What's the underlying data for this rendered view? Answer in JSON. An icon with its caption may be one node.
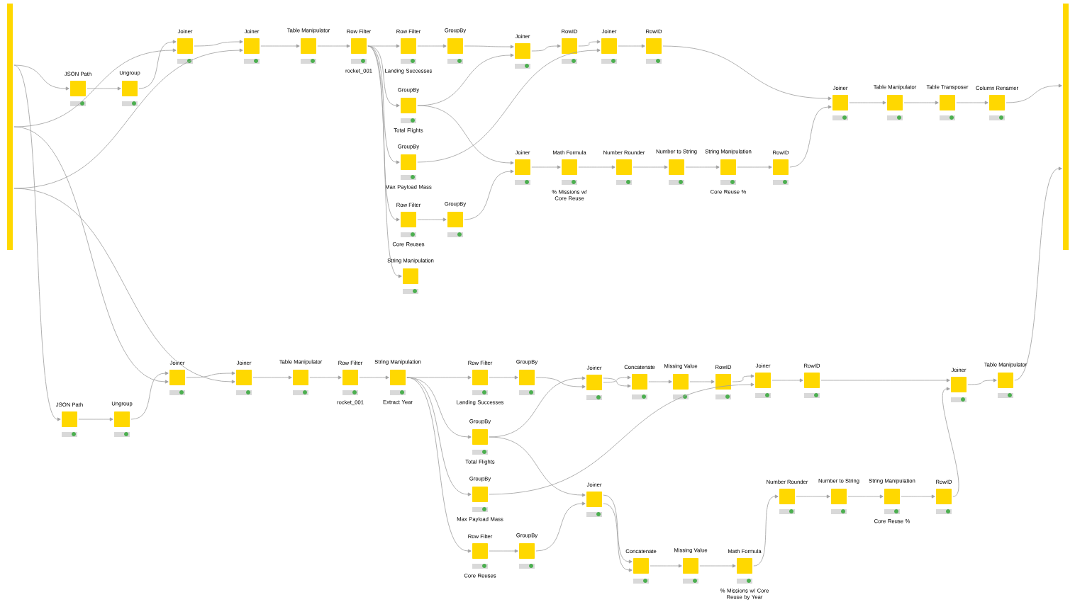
{
  "diagram": {
    "nodes": [
      {
        "text": [],
        "shape": "bar"
      },
      {
        "text": [],
        "shape": "bar"
      },
      {
        "text": [
          "JSON Path"
        ]
      },
      {
        "text": [
          "Ungroup"
        ]
      },
      {
        "text": [
          "Joiner"
        ]
      },
      {
        "text": [
          "Joiner"
        ]
      },
      {
        "text": [
          "Table Manipulator"
        ]
      },
      {
        "text": [
          "Row Filter"
        ],
        "beside": [
          "rocket_001"
        ]
      },
      {
        "text": [
          "Row Filter"
        ],
        "beside": [
          "Landing Successes"
        ]
      },
      {
        "text": [
          "GroupBy"
        ]
      },
      {
        "text": [
          "Joiner"
        ]
      },
      {
        "text": [
          "RowID"
        ]
      },
      {
        "text": [
          "Joiner"
        ]
      },
      {
        "text": [
          "RowID"
        ]
      },
      {
        "text": [
          "GroupBy"
        ],
        "beside": [
          "Total Flights"
        ]
      },
      {
        "text": [
          "GroupBy"
        ],
        "beside": [
          "Max Payload Mass"
        ]
      },
      {
        "text": [
          "Row Filter"
        ],
        "beside": [
          "Core Reuses"
        ]
      },
      {
        "text": [
          "GroupBy"
        ]
      },
      {
        "text": [
          "String Manipulation"
        ]
      },
      {
        "text": [
          "Joiner"
        ]
      },
      {
        "text": [
          "Math Formula"
        ],
        "beside": [
          "% Missions w/ Core Reuse"
        ]
      },
      {
        "text": [
          "Number Rounder"
        ]
      },
      {
        "text": [
          "Number to String"
        ]
      },
      {
        "text": [
          "String Manipulation"
        ],
        "beside": [
          "Core Reuse %"
        ]
      },
      {
        "text": [
          "RowID"
        ]
      },
      {
        "text": [
          "Joiner"
        ]
      },
      {
        "text": [
          "Table Manipulator"
        ]
      },
      {
        "text": [
          "Table Transposer"
        ]
      },
      {
        "text": [
          "Column Renamer"
        ]
      },
      {
        "text": [
          "JSON Path"
        ]
      },
      {
        "text": [
          "Ungroup"
        ]
      },
      {
        "text": [
          "Joiner"
        ]
      },
      {
        "text": [
          "Joiner"
        ]
      },
      {
        "text": [
          "Table Manipulator"
        ]
      },
      {
        "text": [
          "Row Filter"
        ],
        "beside": [
          "rocket_001"
        ]
      },
      {
        "text": [
          "String Manipulation"
        ],
        "beside": [
          "Extract Year"
        ]
      },
      {
        "text": [
          "Row Filter"
        ],
        "beside": [
          "Landing Successes"
        ]
      },
      {
        "text": [
          "GroupBy"
        ]
      },
      {
        "text": [
          "Joiner"
        ]
      },
      {
        "text": [
          "Concatenate"
        ]
      },
      {
        "text": [
          "Missing Value"
        ]
      },
      {
        "text": [
          "RowID"
        ]
      },
      {
        "text": [
          "Joiner"
        ]
      },
      {
        "text": [
          "RowID"
        ]
      },
      {
        "text": [
          "GroupBy"
        ],
        "beside": [
          "Total Flights"
        ]
      },
      {
        "text": [
          "GroupBy"
        ],
        "beside": [
          "Max Payload Mass"
        ]
      },
      {
        "text": [
          "Row Filter"
        ],
        "beside": [
          "Core Reuses"
        ]
      },
      {
        "text": [
          "GroupBy"
        ]
      },
      {
        "text": [
          "Joiner"
        ]
      },
      {
        "text": [
          "Concatenate"
        ]
      },
      {
        "text": [
          "Missing Value"
        ]
      },
      {
        "text": [
          "Math Formula"
        ],
        "beside": [
          "% Missions w/ Core Reuse by Year"
        ]
      },
      {
        "text": [
          "Number Rounder"
        ]
      },
      {
        "text": [
          "Number to String"
        ]
      },
      {
        "text": [
          "String Manipulation"
        ],
        "beside": [
          "Core Reuse %"
        ]
      },
      {
        "text": [
          "RowID"
        ]
      },
      {
        "text": [
          "Joiner"
        ]
      },
      {
        "text": [
          "Table Manipulator"
        ]
      }
    ],
    "edges": [
      {
        "from": 0,
        "to": 2,
        "arrow": "to"
      },
      {
        "from": 0,
        "to": 29,
        "arrow": "to"
      },
      {
        "from": 2,
        "to": 3,
        "arrow": "to"
      },
      {
        "from": 3,
        "to": 4,
        "arrow": "to"
      },
      {
        "from": 0,
        "to": 4,
        "arrow": "to"
      },
      {
        "from": 0,
        "to": 31,
        "arrow": "to"
      },
      {
        "from": 0,
        "to": 5,
        "arrow": "to"
      },
      {
        "from": 0,
        "to": 32,
        "arrow": "to"
      },
      {
        "from": 4,
        "to": 5,
        "arrow": "to"
      },
      {
        "from": 5,
        "to": 6,
        "arrow": "to"
      },
      {
        "from": 6,
        "to": 7,
        "arrow": "to"
      },
      {
        "from": 7,
        "to": 8,
        "arrow": "to"
      },
      {
        "from": 7,
        "to": 14,
        "arrow": "to"
      },
      {
        "from": 7,
        "to": 15,
        "arrow": "to"
      },
      {
        "from": 7,
        "to": 16,
        "arrow": "to"
      },
      {
        "from": 7,
        "to": 18,
        "arrow": "to"
      },
      {
        "from": 8,
        "to": 9,
        "arrow": "to"
      },
      {
        "from": 9,
        "to": 10,
        "arrow": "to"
      },
      {
        "from": 14,
        "to": 10,
        "arrow": "to"
      },
      {
        "from": 10,
        "to": 11,
        "arrow": "to"
      },
      {
        "from": 11,
        "to": 12,
        "arrow": "to"
      },
      {
        "from": 15,
        "to": 12,
        "arrow": "to"
      },
      {
        "from": 12,
        "to": 13,
        "arrow": "to"
      },
      {
        "from": 13,
        "to": 25,
        "arrow": "to"
      },
      {
        "from": 14,
        "to": 19,
        "arrow": "to"
      },
      {
        "from": 16,
        "to": 17,
        "arrow": "to"
      },
      {
        "from": 17,
        "to": 19,
        "arrow": "to"
      },
      {
        "from": 19,
        "to": 20,
        "arrow": "to"
      },
      {
        "from": 20,
        "to": 21,
        "arrow": "to"
      },
      {
        "from": 21,
        "to": 22,
        "arrow": "to"
      },
      {
        "from": 22,
        "to": 23,
        "arrow": "to"
      },
      {
        "from": 23,
        "to": 24,
        "arrow": "to"
      },
      {
        "from": 24,
        "to": 25,
        "arrow": "to"
      },
      {
        "from": 25,
        "to": 26,
        "arrow": "to"
      },
      {
        "from": 26,
        "to": 27,
        "arrow": "to"
      },
      {
        "from": 27,
        "to": 28,
        "arrow": "to"
      },
      {
        "from": 28,
        "to": 1,
        "arrow": "to"
      },
      {
        "from": 57,
        "to": 1,
        "arrow": "to"
      },
      {
        "from": 29,
        "to": 30,
        "arrow": "to"
      },
      {
        "from": 30,
        "to": 31,
        "arrow": "to"
      },
      {
        "from": 31,
        "to": 32,
        "arrow": "to"
      },
      {
        "from": 32,
        "to": 33,
        "arrow": "to"
      },
      {
        "from": 33,
        "to": 34,
        "arrow": "to"
      },
      {
        "from": 34,
        "to": 35,
        "arrow": "to"
      },
      {
        "from": 35,
        "to": 36,
        "arrow": "to"
      },
      {
        "from": 35,
        "to": 44,
        "arrow": "to"
      },
      {
        "from": 35,
        "to": 45,
        "arrow": "to"
      },
      {
        "from": 35,
        "to": 46,
        "arrow": "to"
      },
      {
        "from": 36,
        "to": 37,
        "arrow": "to"
      },
      {
        "from": 37,
        "to": 38,
        "arrow": "to"
      },
      {
        "from": 44,
        "to": 38,
        "arrow": "to"
      },
      {
        "from": 38,
        "to": 39,
        "arrow": "to"
      },
      {
        "from": 38,
        "to": 39,
        "arrow": "to"
      },
      {
        "from": 39,
        "to": 40,
        "arrow": "to"
      },
      {
        "from": 40,
        "to": 41,
        "arrow": "to"
      },
      {
        "from": 41,
        "to": 42,
        "arrow": "to"
      },
      {
        "from": 45,
        "to": 42,
        "arrow": "to"
      },
      {
        "from": 42,
        "to": 43,
        "arrow": "to"
      },
      {
        "from": 43,
        "to": 56,
        "arrow": "to"
      },
      {
        "from": 55,
        "to": 56,
        "arrow": "to"
      },
      {
        "from": 56,
        "to": 57,
        "arrow": "to"
      },
      {
        "from": 44,
        "to": 48,
        "arrow": "to"
      },
      {
        "from": 46,
        "to": 47,
        "arrow": "to"
      },
      {
        "from": 47,
        "to": 48,
        "arrow": "to"
      },
      {
        "from": 48,
        "to": 49,
        "arrow": "to"
      },
      {
        "from": 48,
        "to": 49,
        "arrow": "to"
      },
      {
        "from": 49,
        "to": 50,
        "arrow": "to"
      },
      {
        "from": 50,
        "to": 51,
        "arrow": "to"
      },
      {
        "from": 51,
        "to": 52,
        "arrow": "to"
      },
      {
        "from": 52,
        "to": 53,
        "arrow": "to"
      },
      {
        "from": 53,
        "to": 54,
        "arrow": "to"
      },
      {
        "from": 54,
        "to": 55,
        "arrow": "to"
      }
    ]
  }
}
